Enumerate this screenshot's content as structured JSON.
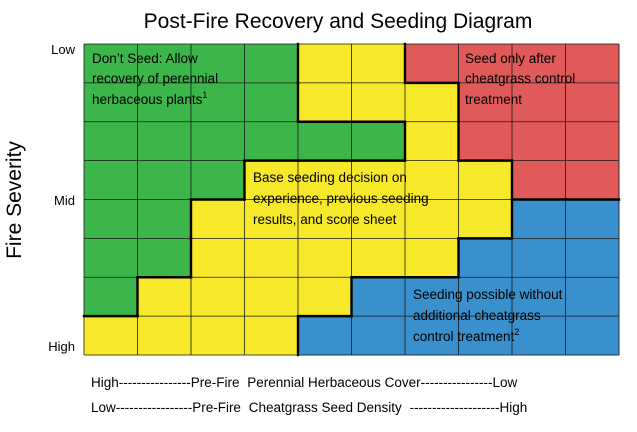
{
  "title": "Post-Fire Recovery and Seeding Diagram",
  "y_axis": {
    "label": "Fire Severity",
    "ticks": [
      "Low",
      "Mid",
      "High"
    ]
  },
  "x_axis": {
    "line1": {
      "left": "High----------------Pre-Fire",
      "mid": "Perennial",
      "right": "Herbaceous Cover----------------Low"
    },
    "line2": {
      "left": "Low-----------------Pre-Fire",
      "mid": "Cheatgrass Seed Density",
      "right": "--------------------High"
    }
  },
  "regions": {
    "dont_seed": {
      "lines": [
        "Don’t Seed: Allow",
        "recovery of perennial",
        "herbaceous plants"
      ],
      "footnote": "1",
      "color": "#3cb54a"
    },
    "cheatgrass_control": {
      "lines": [
        "Seed only after",
        "cheatgrass control",
        "treatment"
      ],
      "color": "#e05a5a"
    },
    "base_decision": {
      "lines": [
        "Base seeding decision on",
        "experience, previous seeding",
        "results, and score sheet"
      ],
      "color": "#f7e82a"
    },
    "seeding_possible": {
      "lines": [
        "Seeding possible without",
        "additional cheatgrass",
        "control treatment"
      ],
      "footnote": "2",
      "color": "#3a8fcd"
    }
  },
  "grid": {
    "cols": 10,
    "rows": 8,
    "cells": [
      "GGGGYYRRRR",
      "GGGGYYYRRR",
      "GGGGGGYRRR",
      "GGGYYYYYRR",
      "GGYYYYYYBB",
      "GGYYYYYBBB",
      "GYYYYBBBBB",
      "YYYYBBBBBB"
    ]
  }
}
